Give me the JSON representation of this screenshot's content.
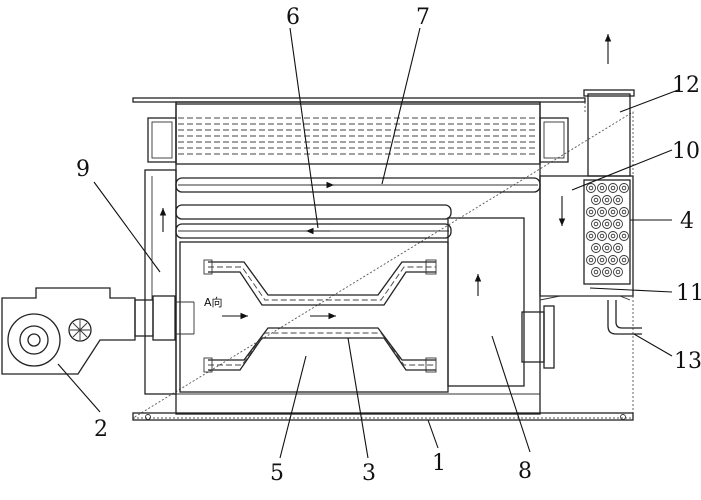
{
  "diagram": {
    "labels": {
      "n1": "1",
      "n2": "2",
      "n3": "3",
      "n4": "4",
      "n5": "5",
      "n6": "6",
      "n7": "7",
      "n8": "8",
      "n9": "9",
      "n10": "10",
      "n11": "11",
      "n12": "12",
      "n13": "13"
    },
    "direction_label": "A向"
  }
}
